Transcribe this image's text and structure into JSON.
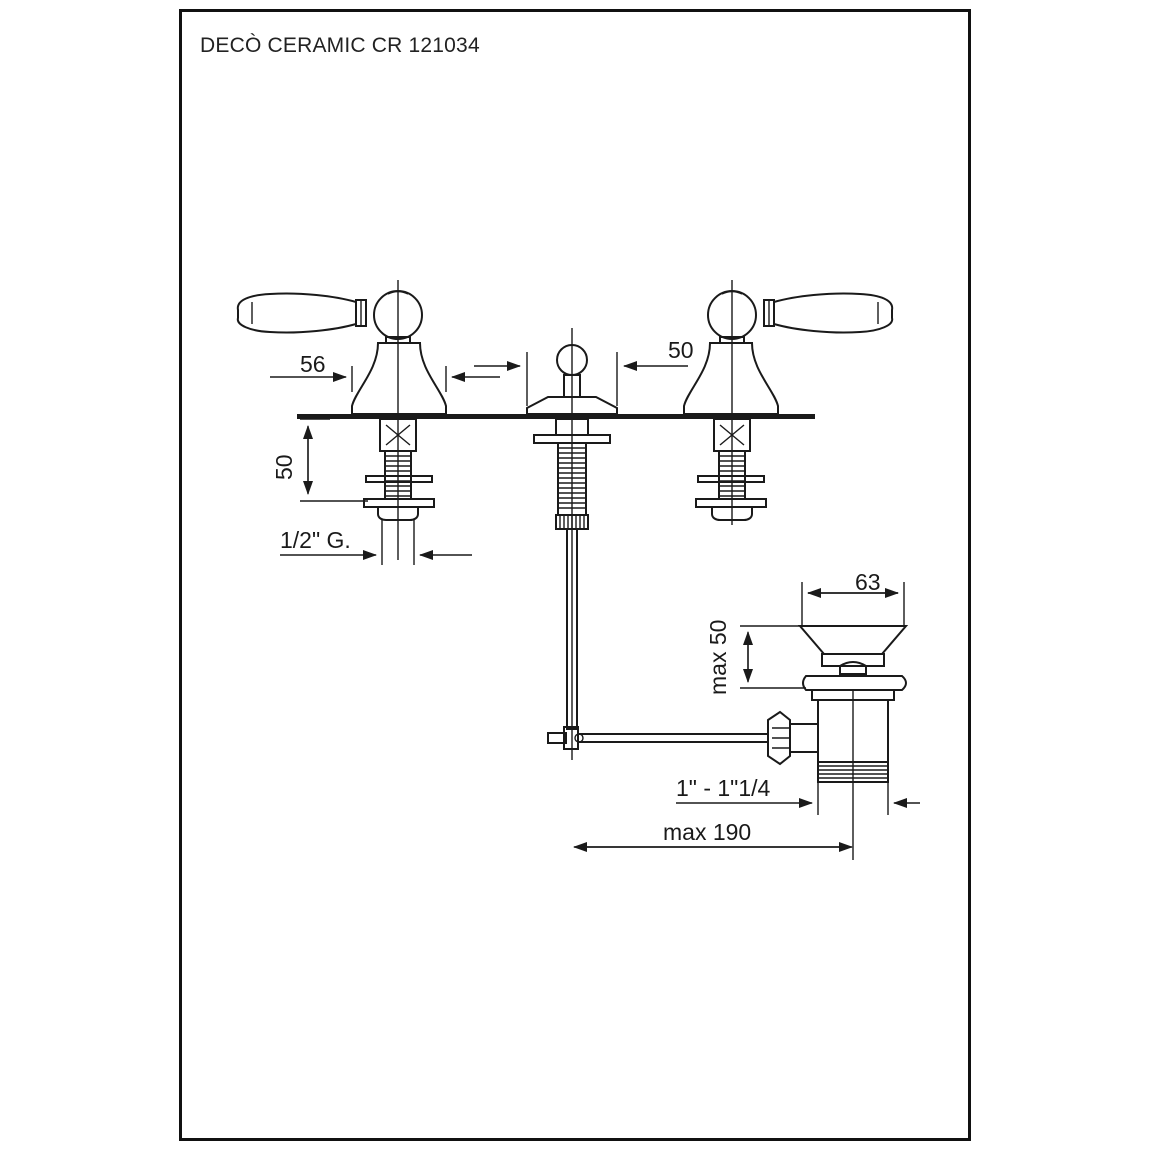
{
  "title": "DECÒ CERAMIC CR 121034",
  "dimensions": {
    "body_width": "56",
    "spout_offset": "50",
    "shank_length": "50",
    "inlet_thread": "1/2\" G.",
    "waste_diameter": "63",
    "waste_height": "max 50",
    "waste_thread": "1\" - 1\"1/4",
    "rod_length": "max 190"
  }
}
